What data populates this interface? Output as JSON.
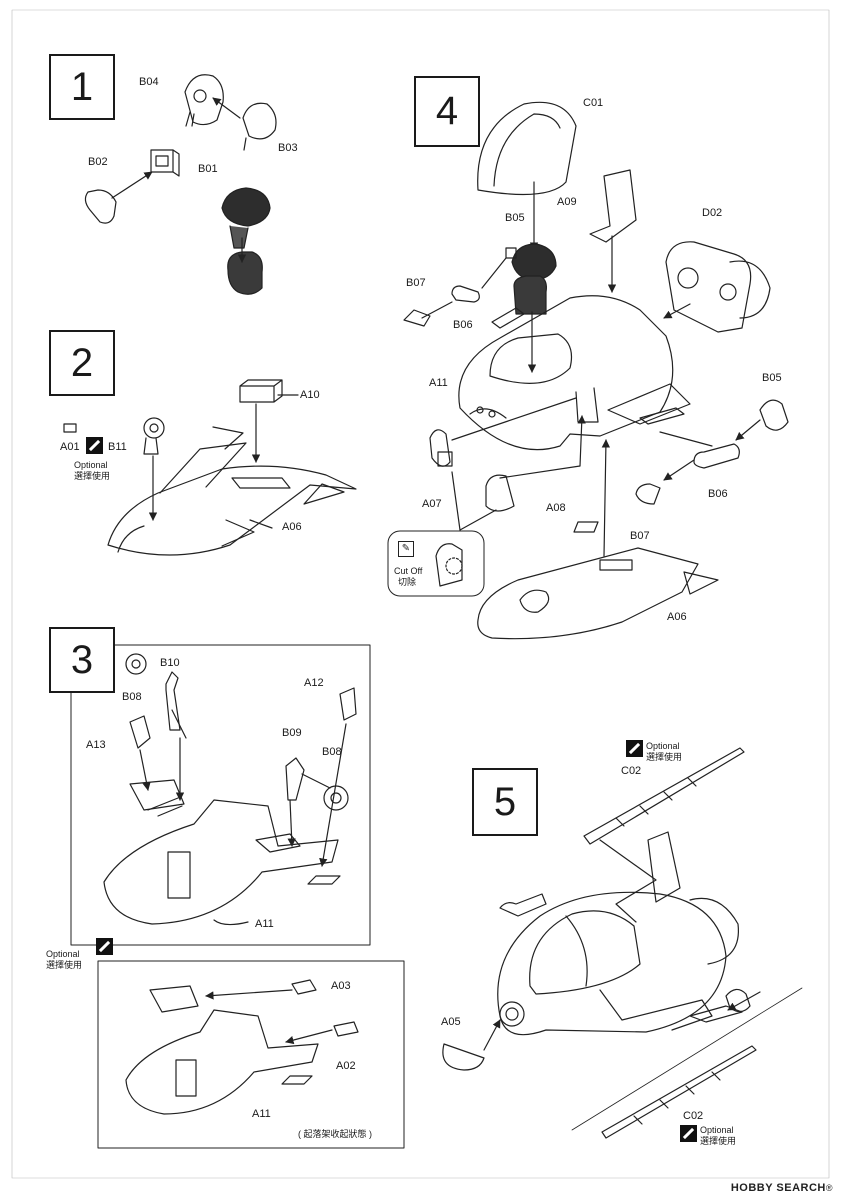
{
  "steps": {
    "s1": {
      "number": "1"
    },
    "s2": {
      "number": "2"
    },
    "s3": {
      "number": "3"
    },
    "s4": {
      "number": "4"
    },
    "s5": {
      "number": "5"
    }
  },
  "parts": {
    "s1": {
      "b04": "B04",
      "b03": "B03",
      "b02": "B02",
      "b01": "B01"
    },
    "s2": {
      "a10": "A10",
      "a01": "A01",
      "b11": "B11",
      "a06": "A06"
    },
    "s3": {
      "b10": "B10",
      "b08a": "B08",
      "a12": "A12",
      "a13": "A13",
      "b09": "B09",
      "b08b": "B08",
      "a11": "A11",
      "a03": "A03",
      "a02": "A02",
      "a11b": "A11"
    },
    "s4": {
      "c01": "C01",
      "a09": "A09",
      "d02": "D02",
      "b05a": "B05",
      "b07a": "B07",
      "b06a": "B06",
      "a11": "A11",
      "b05b": "B05",
      "b06b": "B06",
      "b07b": "B07",
      "a07": "A07",
      "a08": "A08",
      "a06": "A06"
    },
    "s5": {
      "c02a": "C02",
      "a05": "A05",
      "c02b": "C02"
    }
  },
  "optional": {
    "en": "Optional",
    "zh": "選擇使用"
  },
  "cutoff": {
    "en": "Cut Off",
    "zh": "切除"
  },
  "gear_retracted_note": "( 起落架收起狀態 )",
  "watermark": {
    "brand": "HOBBY SEARCH",
    "reg": "®"
  },
  "icons": [
    "optional-parts-icon",
    "cut-off-knife-icon"
  ]
}
